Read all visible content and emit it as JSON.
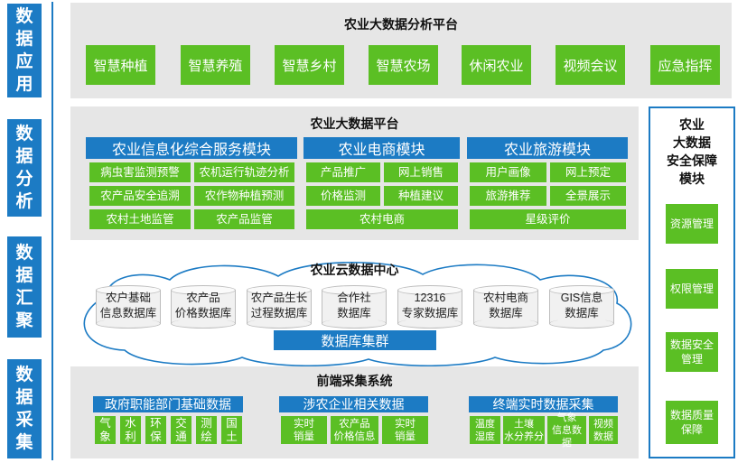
{
  "sidebar": {
    "items": [
      {
        "label": "数据应用"
      },
      {
        "label": "数据分析"
      },
      {
        "label": "数据汇聚"
      },
      {
        "label": "数据采集"
      }
    ]
  },
  "app_layer": {
    "title": "农业大数据分析平台",
    "buttons": [
      "智慧种植",
      "智慧养殖",
      "智慧乡村",
      "智慧农场",
      "休闲农业",
      "视频会议",
      "应急指挥"
    ]
  },
  "analysis_layer": {
    "title": "农业大数据平台",
    "modules": [
      {
        "title": "农业信息化综合服务模块",
        "rows": [
          [
            "病虫害监测预警",
            "农机运行轨迹分析"
          ],
          [
            "农产品安全追溯",
            "农作物种植预测"
          ],
          [
            "农村土地监管",
            "农产品监管"
          ]
        ]
      },
      {
        "title": "农业电商模块",
        "rows": [
          [
            "产品推广",
            "网上销售"
          ],
          [
            "价格监测",
            "种植建议"
          ],
          [
            "农村电商"
          ]
        ]
      },
      {
        "title": "农业旅游模块",
        "rows": [
          [
            "用户画像",
            "网上预定"
          ],
          [
            "旅游推荐",
            "全景展示"
          ],
          [
            "星级评价"
          ]
        ]
      }
    ]
  },
  "cloud_layer": {
    "title": "农业云数据中心",
    "databases": [
      {
        "line1": "农户基础",
        "line2": "信息数据库"
      },
      {
        "line1": "农产品",
        "line2": "价格数据库"
      },
      {
        "line1": "农产品生长",
        "line2": "过程数据库"
      },
      {
        "line1": "合作社",
        "line2": "数据库"
      },
      {
        "line1": "12316",
        "line2": "专家数据库"
      },
      {
        "line1": "农村电商",
        "line2": "数据库"
      },
      {
        "line1": "GIS信息",
        "line2": "数据库"
      }
    ],
    "cluster_label": "数据库集群"
  },
  "collect_layer": {
    "title": "前端采集系统",
    "groups": [
      {
        "title": "政府职能部门基础数据",
        "items": [
          "气象",
          "水利",
          "环保",
          "交通",
          "测绘",
          "国土"
        ]
      },
      {
        "title": "涉农企业相关数据",
        "items": [
          [
            "实时",
            "销量"
          ],
          [
            "农产品",
            "价格信息"
          ],
          [
            "实时",
            "销量"
          ]
        ]
      },
      {
        "title": "终端实时数据采集",
        "items": [
          [
            "温度",
            "湿度"
          ],
          [
            "土壤",
            "水分养分"
          ],
          [
            "气象",
            "信息数据"
          ],
          [
            "视频",
            "数据"
          ]
        ]
      }
    ]
  },
  "security": {
    "title": "农业大数据安全保障模块",
    "title_lines": [
      "农业",
      "大数据",
      "安全保障",
      "模块"
    ],
    "items": [
      {
        "line1": "资源管理",
        "line2": ""
      },
      {
        "line1": "权限管理",
        "line2": ""
      },
      {
        "line1": "数据安全",
        "line2": "管理"
      },
      {
        "line1": "数据质量",
        "line2": "保障"
      }
    ]
  },
  "colors": {
    "blue": "#1c7bc4",
    "green": "#5bbf24",
    "panel": "#e6e6e6"
  }
}
